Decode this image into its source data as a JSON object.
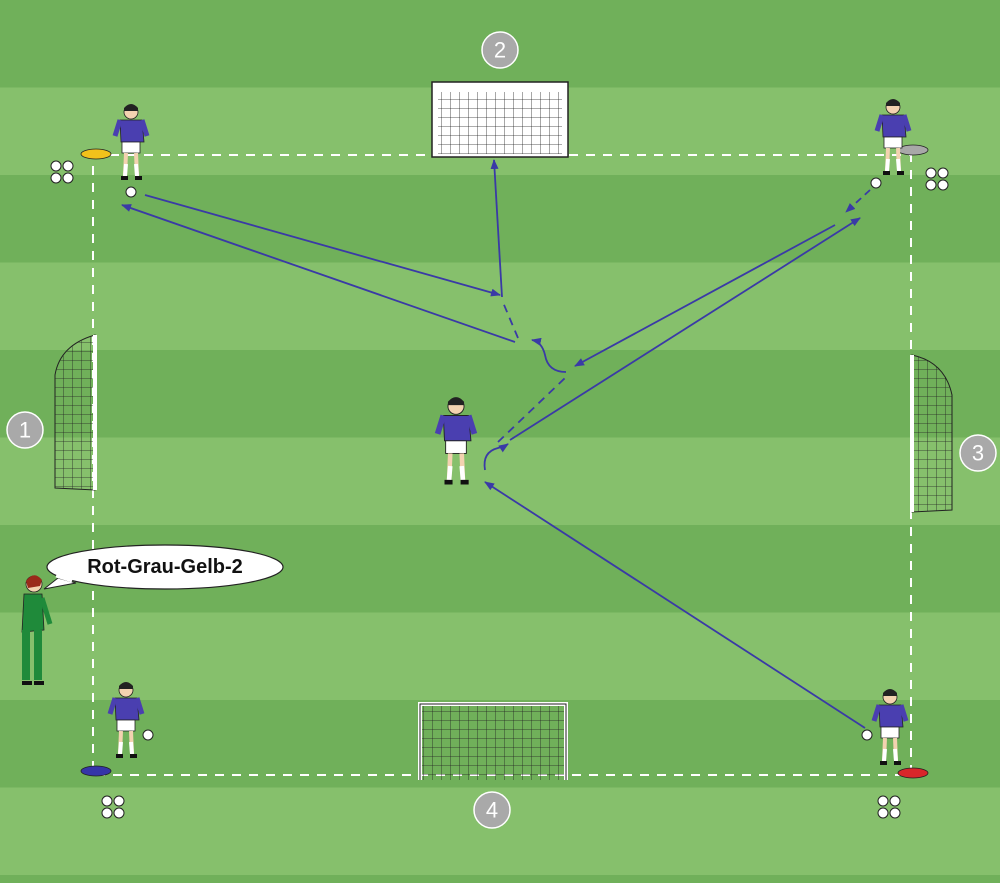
{
  "diagram": {
    "title": "Rondo passing drill with four goals",
    "coach_call": "Rot-Grau-Gelb-2",
    "goal_numbers": [
      "1",
      "2",
      "3",
      "4"
    ],
    "cone_colors": {
      "top_left": "#f2c21b",
      "top_right": "#a8a8a8",
      "bottom_left": "#3535a8",
      "bottom_right": "#d8262a"
    },
    "colors": {
      "grass_dark": "#70b05a",
      "grass_light": "#86c06c",
      "arrow": "#3a3aa6",
      "jersey": "#4a3fb0",
      "coach": "#1f8a3a",
      "number_circle": "#a9a9a9"
    }
  }
}
